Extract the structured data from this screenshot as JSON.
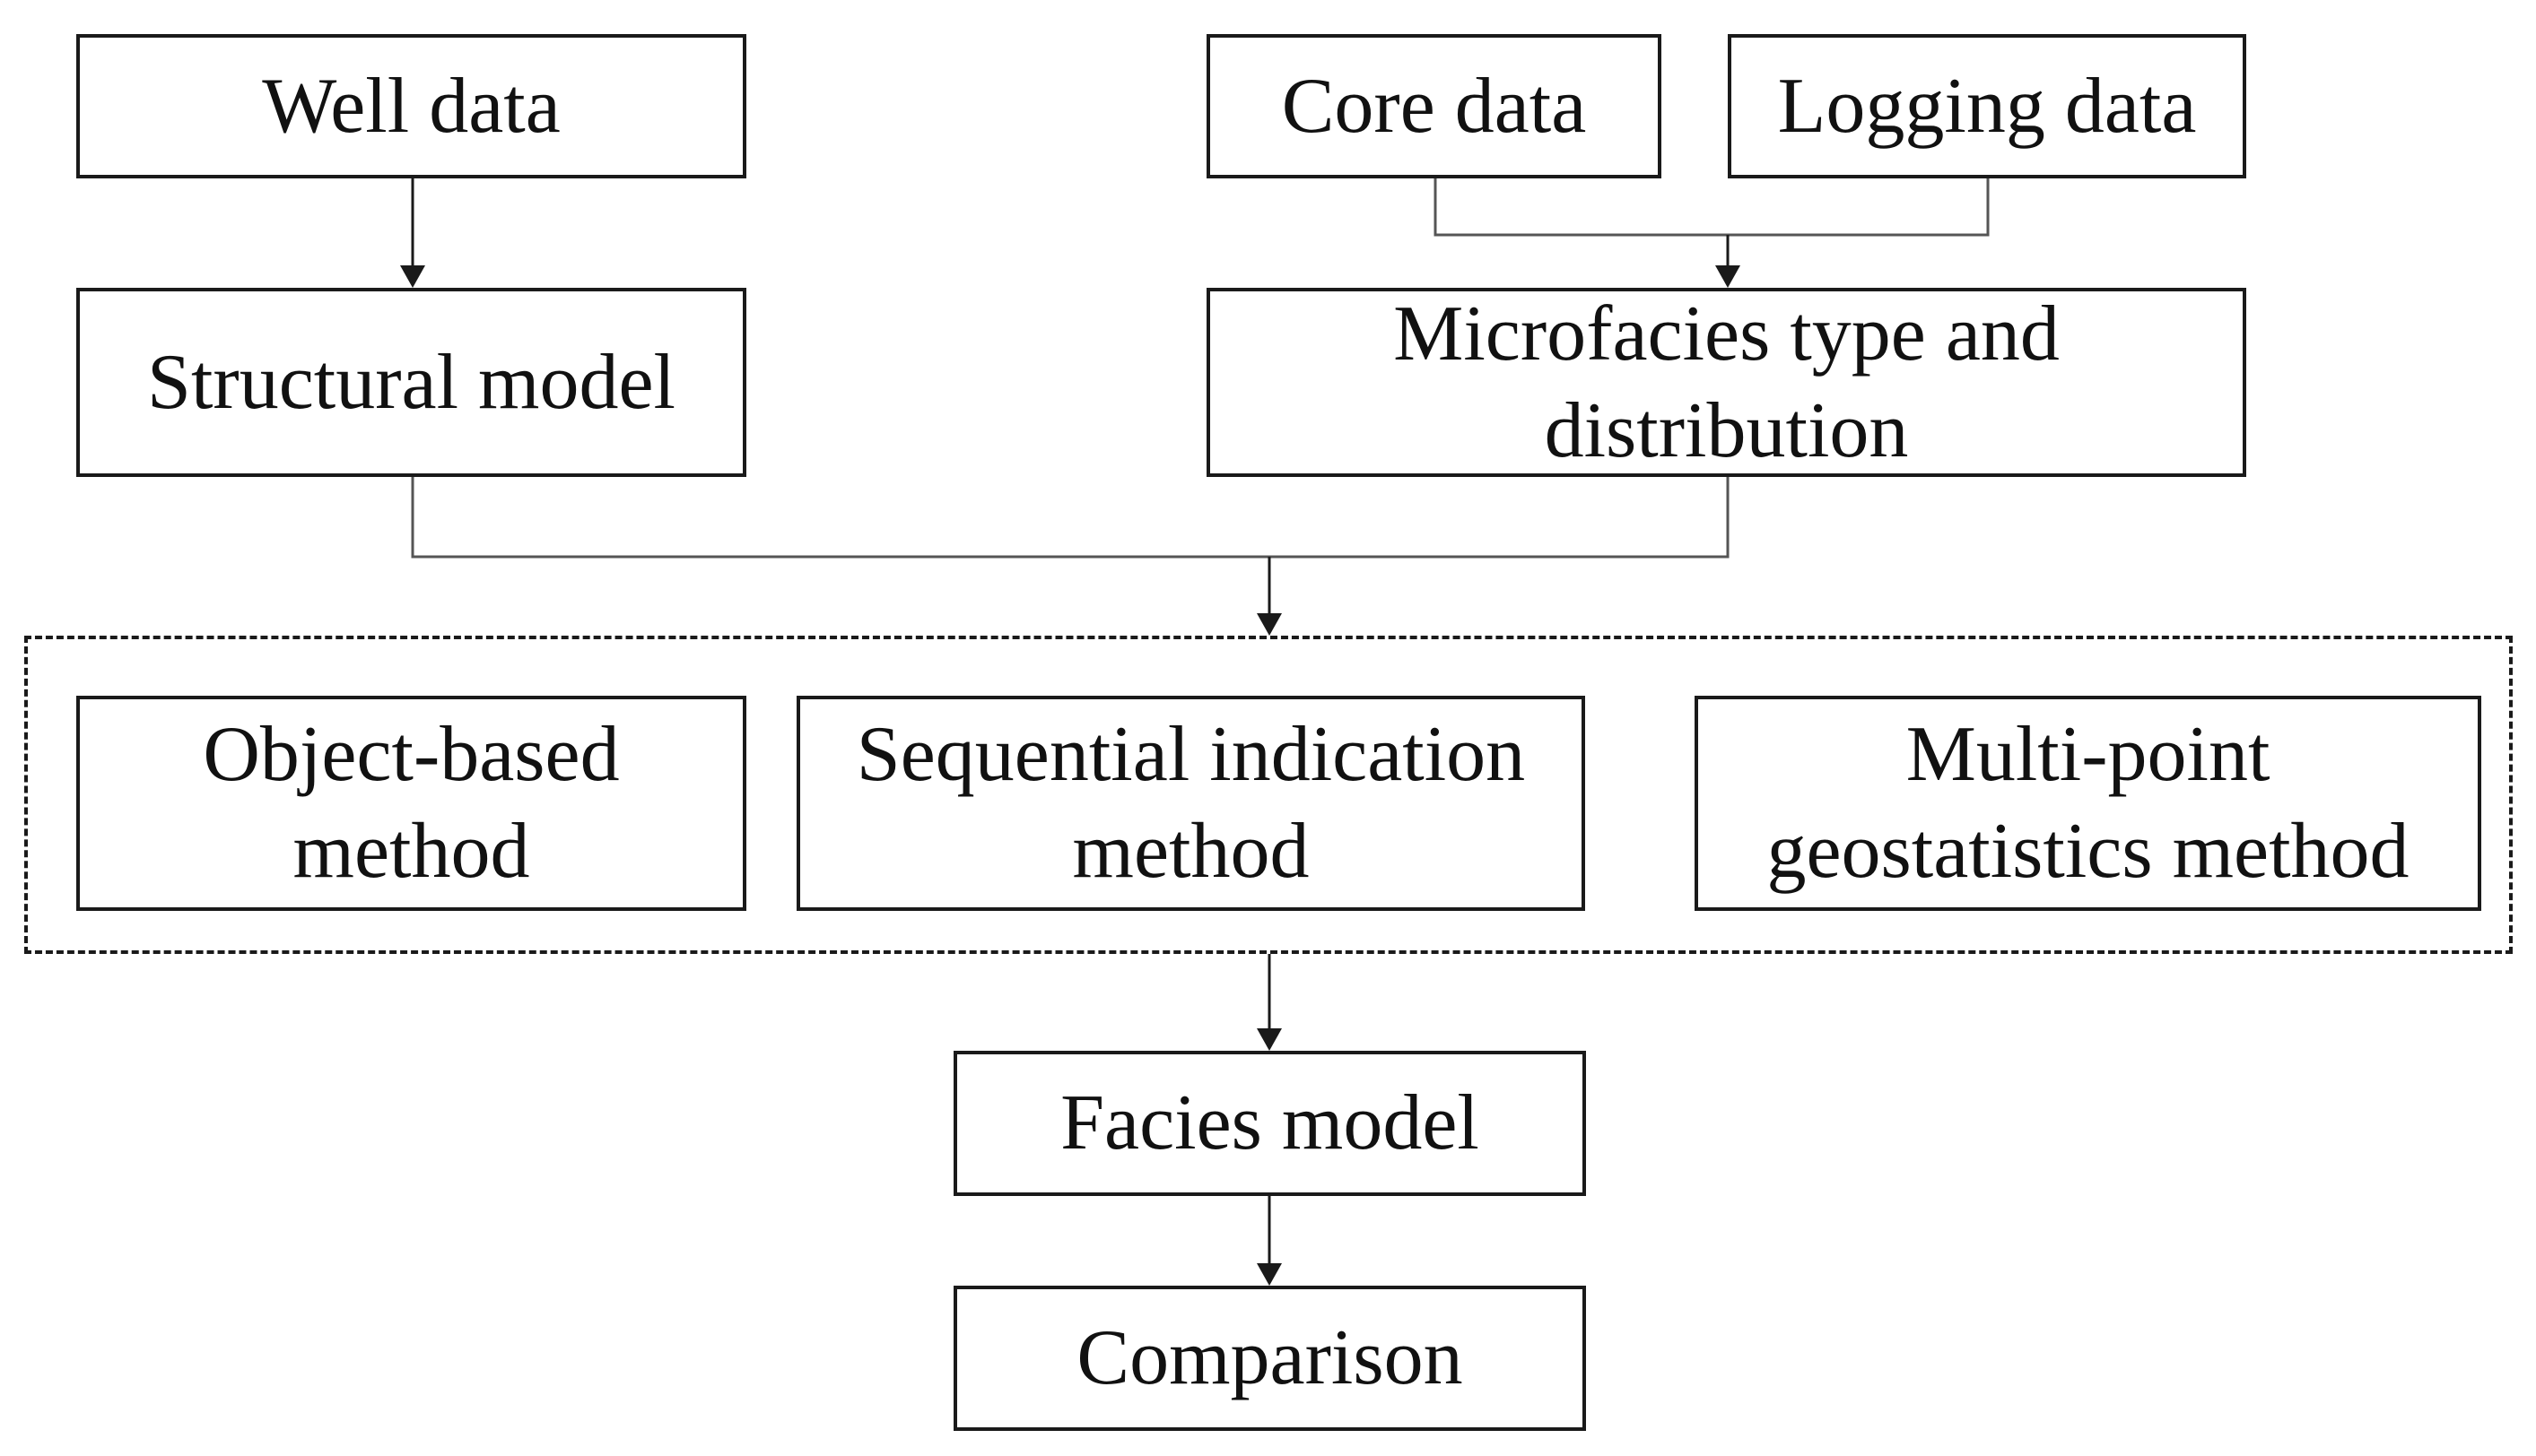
{
  "nodes": {
    "well_data": "Well data",
    "core_data": "Core data",
    "logging_data": "Logging data",
    "structural_model": "Structural model",
    "microfacies": [
      "Microfacies type and",
      "distribution"
    ],
    "object_based": [
      "Object-based",
      "method"
    ],
    "sequential": [
      "Sequential indication",
      "method"
    ],
    "multipoint": [
      "Multi-point",
      "geostatistics method"
    ],
    "facies_model": "Facies model",
    "comparison": "Comparison"
  },
  "colors": {
    "stroke": "#1a1a1a",
    "connector": "#333333",
    "background": "#ffffff"
  }
}
